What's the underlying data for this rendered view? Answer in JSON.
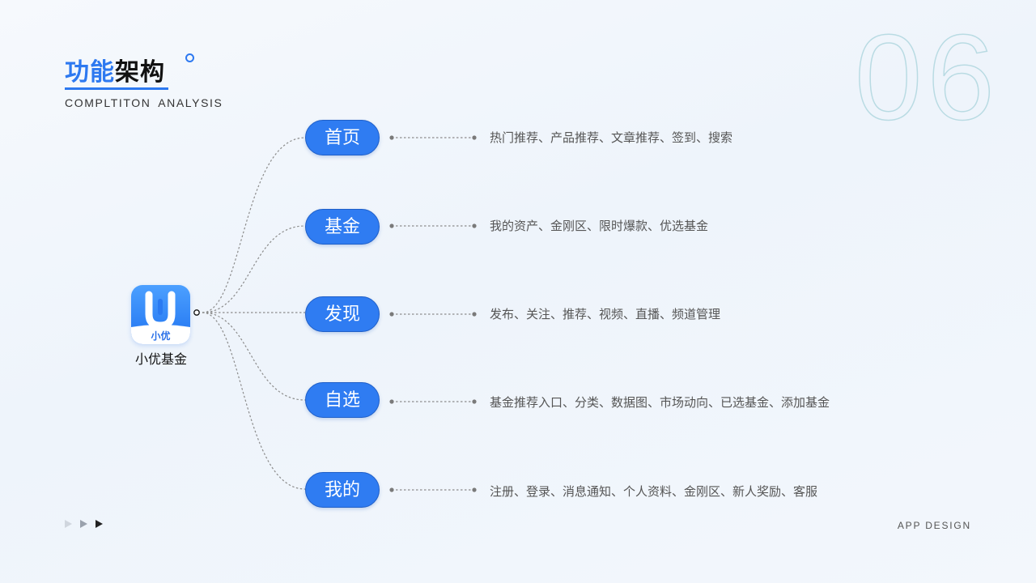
{
  "header": {
    "title_accent": "功能",
    "title_rest": "架构",
    "subtitle": "COMPLTITON  ANALYSIS",
    "section_number": "06"
  },
  "app": {
    "icon_label": "小优",
    "name": "小优基金"
  },
  "modules": [
    {
      "label": "首页",
      "features": "热门推荐、产品推荐、文章推荐、签到、搜索"
    },
    {
      "label": "基金",
      "features": "我的资产、金刚区、限时爆款、优选基金"
    },
    {
      "label": "发现",
      "features": "发布、关注、推荐、视频、直播、频道管理"
    },
    {
      "label": "自选",
      "features": "基金推荐入口、分类、数据图、市场动向、已选基金、添加基金"
    },
    {
      "label": "我的",
      "features": "注册、登录、消息通知、个人资料、金刚区、新人奖励、客服"
    }
  ],
  "footer": {
    "label": "APP DESIGN"
  },
  "colors": {
    "accent": "#2d79f0",
    "pill": "#2f7cf2"
  }
}
